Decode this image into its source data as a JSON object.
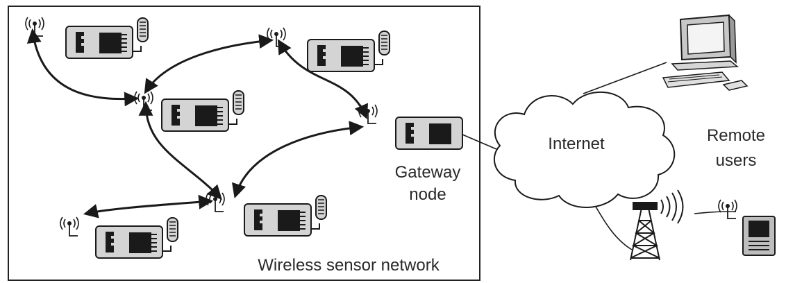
{
  "labels": {
    "gateway_line1": "Gateway",
    "gateway_line2": "node",
    "internet": "Internet",
    "remote_line1": "Remote",
    "remote_line2": "users",
    "network": "Wireless sensor network"
  },
  "colors": {
    "ink": "#1a1a1a",
    "node_fill": "#d4d4d4",
    "cloud_fill": "#ffffff",
    "frame": "#222222"
  },
  "icons": [
    "antenna-icon",
    "sensor-board-icon",
    "sensor-probe-icon",
    "computer-icon",
    "radio-tower-icon",
    "handheld-device-icon",
    "cloud-icon"
  ]
}
